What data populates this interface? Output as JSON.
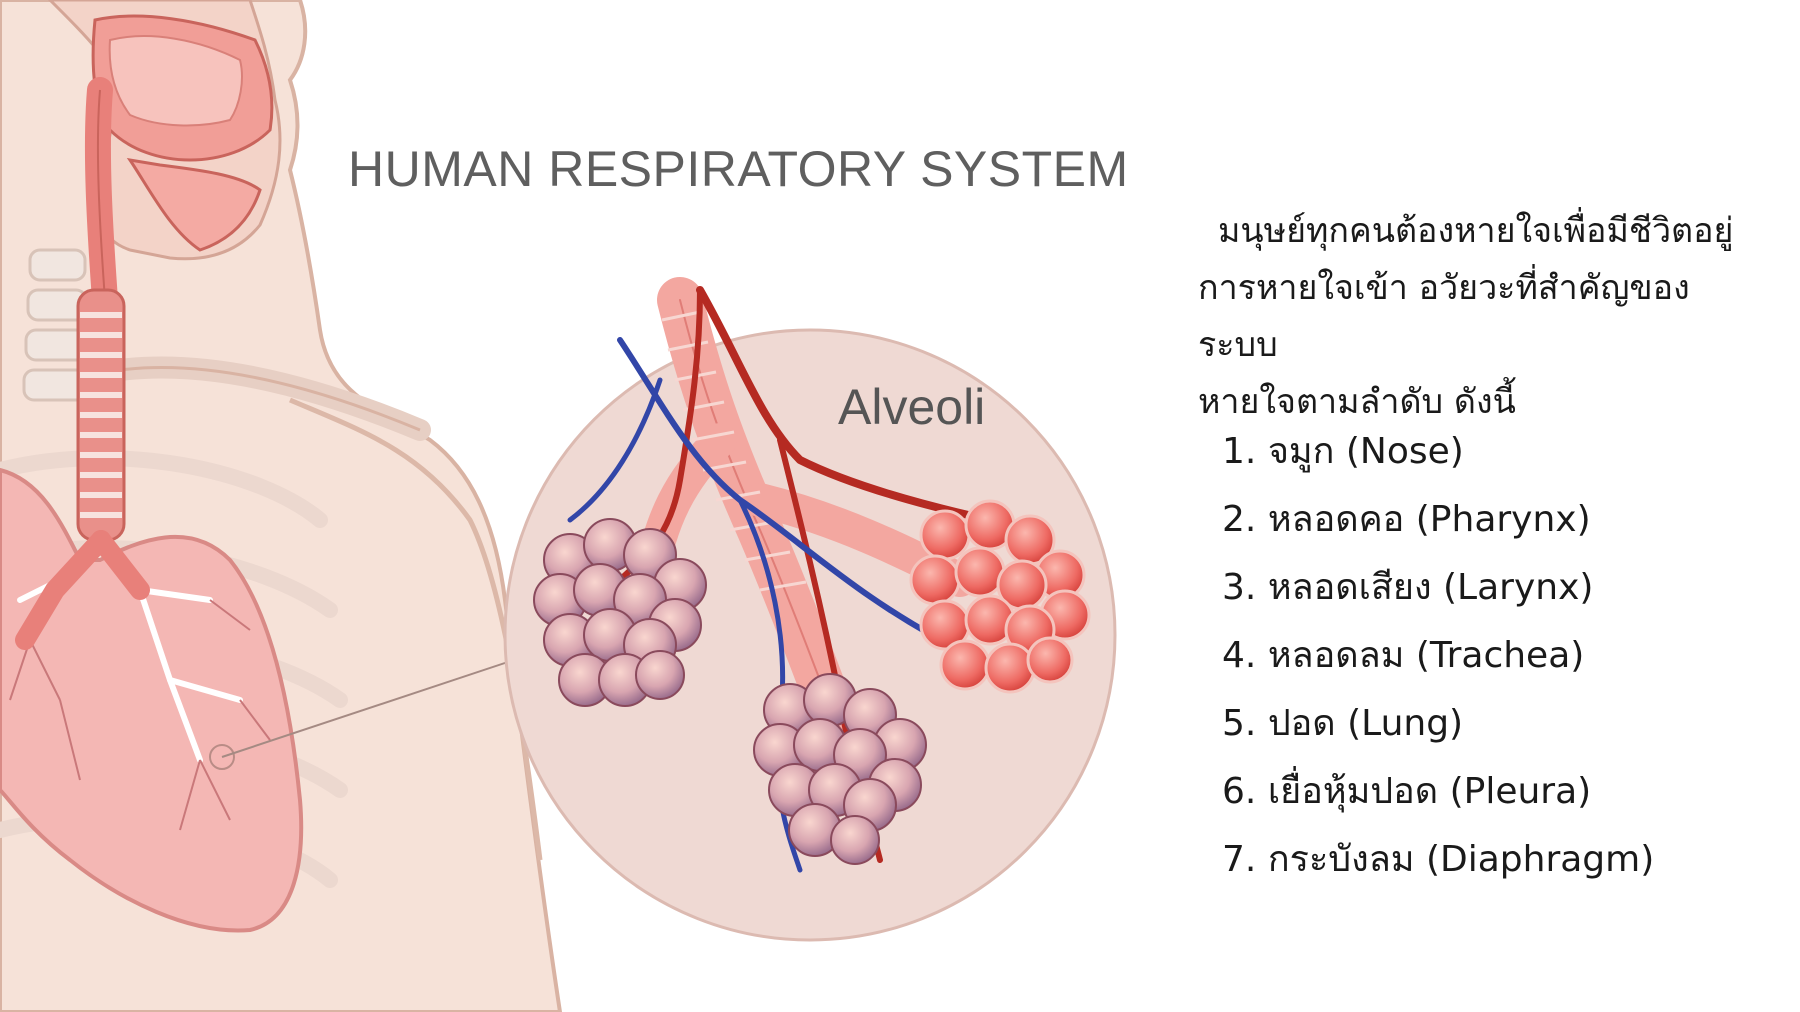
{
  "title": "HUMAN RESPIRATORY SYSTEM",
  "inset_label": "Alveoli",
  "intro_lines": [
    "มนุษย์ทุกคนต้องหายใจเพื่อมีชีวิตอยู่",
    "การหายใจเข้า อวัยวะที่สำคัญของระบบ",
    "หายใจตามลำดับ ดังนี้"
  ],
  "organs": [
    {
      "number": "1.",
      "text": "จมูก (Nose)"
    },
    {
      "number": "2.",
      "text": "หลอดคอ (Pharynx)"
    },
    {
      "number": "3.",
      "text": "หลอดเสียง (Larynx)"
    },
    {
      "number": "4.",
      "text": "หลอดลม (Trachea)"
    },
    {
      "number": "5.",
      "text": "ปอด (Lung)"
    },
    {
      "number": "6.",
      "text": "เยื่อหุ้มปอด (Pleura)"
    },
    {
      "number": "7.",
      "text": "กระบังลม (Diaphragm)"
    }
  ],
  "colors": {
    "skin": "#f6e2d8",
    "skin_outline": "#d9b3a3",
    "lung": "#f4b7b4",
    "airway": "#e8807a",
    "artery": "#b52a22",
    "vein": "#3246a8",
    "inset_circle": "#efd9d3",
    "title_text": "#5f5f5f"
  }
}
